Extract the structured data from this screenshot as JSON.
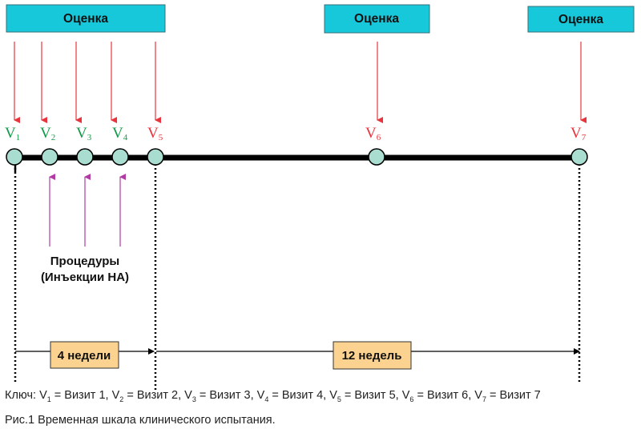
{
  "assessment_label": "Оценка",
  "colors": {
    "box_fill": "#16c8da",
    "box_border": "#3a6f78",
    "red_arrow": "#e8343c",
    "purple_arrow": "#b23aa3",
    "green_label": "#129a4a",
    "red_label": "#e8343c",
    "visit_fill": "#a9ddd0",
    "period_fill": "#fbd28f",
    "line": "#000000"
  },
  "visits": [
    {
      "letter": "V",
      "sub": "1",
      "color": "green"
    },
    {
      "letter": "V",
      "sub": "2",
      "color": "green"
    },
    {
      "letter": "V",
      "sub": "3",
      "color": "green"
    },
    {
      "letter": "V",
      "sub": "4",
      "color": "green"
    },
    {
      "letter": "V",
      "sub": "5",
      "color": "red"
    },
    {
      "letter": "V",
      "sub": "6",
      "color": "red"
    },
    {
      "letter": "V",
      "sub": "7",
      "color": "red"
    }
  ],
  "procedures": {
    "line1": "Процедуры",
    "line2": "(Инъекции НА)"
  },
  "periods": {
    "first": "4 недели",
    "second": "12 недель"
  },
  "key": {
    "prefix": "Ключ: ",
    "items": [
      {
        "sym": "V",
        "sub": "1",
        "text": " = Визит 1"
      },
      {
        "sym": "V",
        "sub": "2",
        "text": " = Визит 2"
      },
      {
        "sym": "V",
        "sub": "3",
        "text": " = Визит 3"
      },
      {
        "sym": "V",
        "sub": "4",
        "text": " = Визит 4"
      },
      {
        "sym": "V",
        "sub": "5",
        "text": " = Визит 5"
      },
      {
        "sym": "V",
        "sub": "6",
        "text": " = Визит 6"
      },
      {
        "sym": "V",
        "sub": "7",
        "text": " = Визит 7"
      }
    ],
    "separator": ", "
  },
  "figure_caption": "Рис.1 Временная шкала клинического испытания."
}
